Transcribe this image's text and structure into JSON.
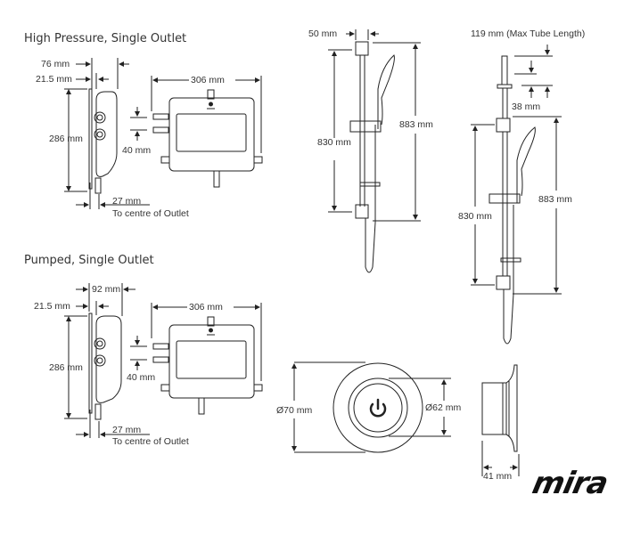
{
  "sections": {
    "high_pressure": {
      "title": "High Pressure, Single Outlet",
      "dims": {
        "depth_total": "76 mm",
        "depth_plate": "21.5 mm",
        "height": "286 mm",
        "width": "306 mm",
        "inlet_spacing": "40 mm",
        "outlet_offset": "27 mm",
        "outlet_note": "To centre of Outlet"
      }
    },
    "pumped": {
      "title": "Pumped, Single Outlet",
      "dims": {
        "depth_total": "92 mm",
        "depth_plate": "21.5 mm",
        "height": "286 mm",
        "width": "306 mm",
        "inlet_spacing": "40 mm",
        "outlet_offset": "27 mm",
        "outlet_note": "To centre of Outlet"
      }
    },
    "rail_standard": {
      "bracket_width": "50 mm",
      "bracket_centres": "830 mm",
      "overall_length": "883 mm"
    },
    "rail_ceiling": {
      "tube_note": "119 mm (Max Tube Length)",
      "offset": "38 mm",
      "bracket_centres": "830 mm",
      "overall_length": "883 mm"
    },
    "remote": {
      "outer_diameter": "Ø70 mm",
      "inner_diameter": "Ø62 mm",
      "depth": "41 mm",
      "button_icon": "power-icon"
    }
  },
  "brand": {
    "logo_text": "mira"
  }
}
